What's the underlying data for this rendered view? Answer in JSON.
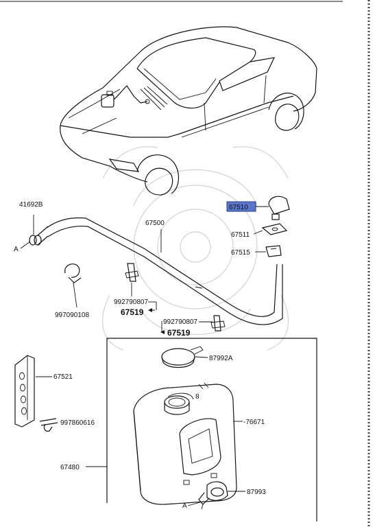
{
  "parts": {
    "p41692b": "41692B",
    "pA1": "A",
    "p67500": "67500",
    "p67510": "67510",
    "p67511": "67511",
    "p67515": "67515",
    "p997090108": "997090108",
    "p992790807a": "992790807",
    "p67519a": "67519",
    "p992790807b": "992790807",
    "p67519b": "67519",
    "p87992a": "87992A",
    "p8": "8",
    "p67521": "67521",
    "p997860616": "997860616",
    "p76671": "-76671",
    "p67480": "67480",
    "p87993": "87993",
    "pA2": "A"
  },
  "highlight": {
    "part": "67510",
    "color": "#5b76c9"
  }
}
